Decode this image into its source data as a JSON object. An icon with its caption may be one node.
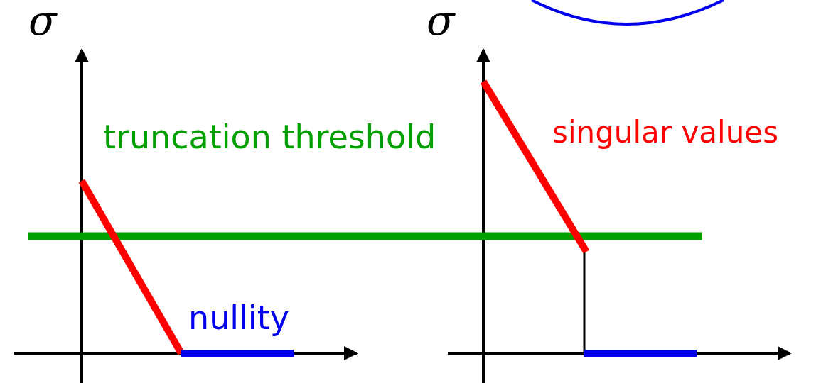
{
  "diagram": {
    "labels": [
      "σ",
      "σ",
      "truncation threshold",
      "singular values",
      "nullity"
    ]
  }
}
